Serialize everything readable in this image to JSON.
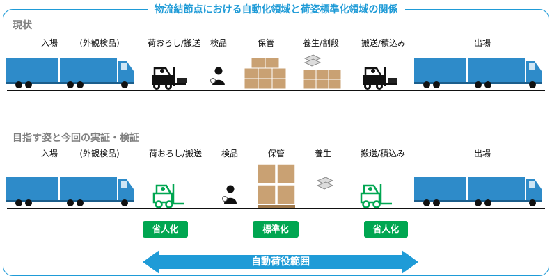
{
  "title": "物流結節点における自動化領域と荷姿標準化領域の関係",
  "section1": {
    "heading": "現状",
    "labels": [
      "入場",
      "(外観検品)",
      "荷おろし/搬送",
      "検品",
      "保管",
      "養生/割段",
      "搬送/積込み",
      "出場"
    ]
  },
  "section2": {
    "heading": "目指す姿と今回の実証・検証",
    "labels": [
      "入場",
      "(外観検品)",
      "荷おろし/搬送",
      "検品",
      "保管",
      "養生",
      "搬送/積込み",
      "出場"
    ]
  },
  "badges": [
    "省人化",
    "標準化",
    "省人化"
  ],
  "arrow_label": "自動荷役範囲",
  "colors": {
    "accent": "#1f9bd7",
    "green": "#00a651",
    "truck": "#2e8bc9",
    "box": "#c9a173"
  }
}
